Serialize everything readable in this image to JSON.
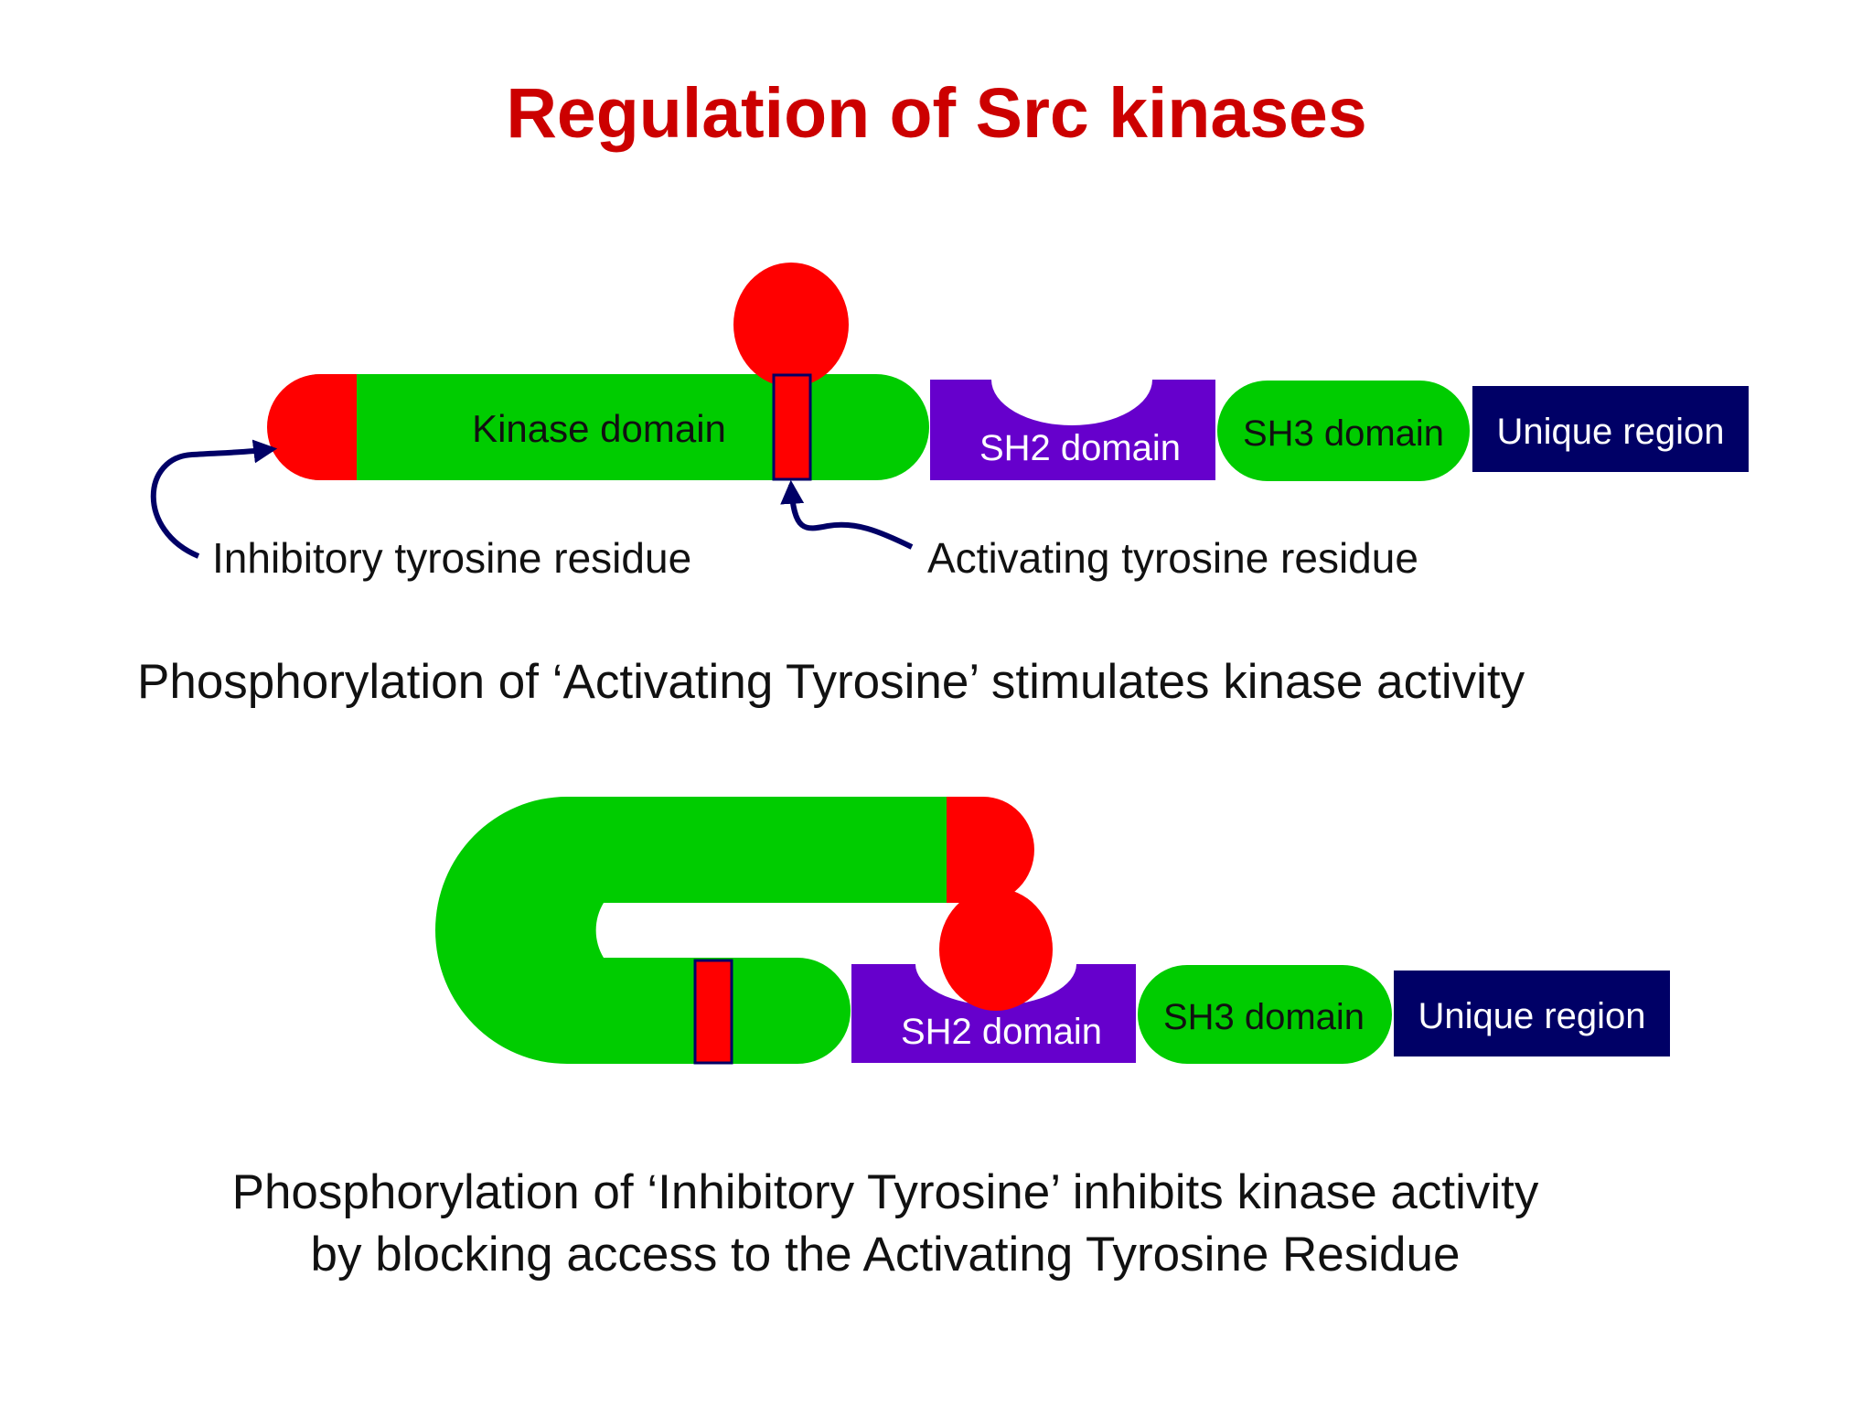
{
  "title": "Regulation of Src kinases",
  "colors": {
    "kinase": "#00cc00",
    "tyrosine": "#ff0000",
    "sh2": "#6600cc",
    "unique": "#000066",
    "arrow": "#000066",
    "title": "#cc0000"
  },
  "labels": {
    "kinase_domain": "Kinase domain",
    "sh2_domain": "SH2 domain",
    "sh3_domain": "SH3 domain",
    "unique_region": "Unique region",
    "inhibitory_tyrosine": "Inhibitory tyrosine residue",
    "activating_tyrosine": "Activating tyrosine residue"
  },
  "captions": {
    "active": "Phosphorylation of ‘Activating Tyrosine’ stimulates kinase activity",
    "inhibited_line1": "Phosphorylation of ‘Inhibitory Tyrosine’ inhibits kinase activity",
    "inhibited_line2": "by blocking access to the Activating Tyrosine Residue"
  }
}
